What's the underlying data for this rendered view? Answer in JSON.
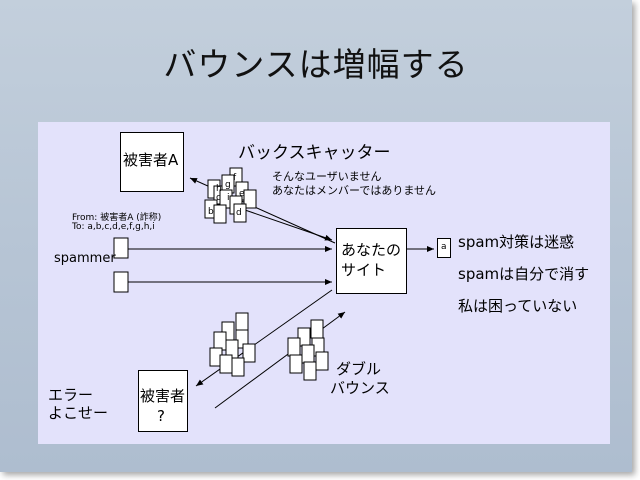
{
  "title": "バウンスは増幅する",
  "victim_a": "被害者A",
  "backscatter": {
    "heading": "バックスキャッター",
    "line1": "そんなユーザいません",
    "line2": "あなたはメンバーではありません"
  },
  "envelope": {
    "from": "From: 被害者A (詐称)",
    "to": "To: a,b,c,d,e,f,g,h,i"
  },
  "spammer": "spammer",
  "site": {
    "line1": "あなたの",
    "line2": "サイト"
  },
  "mailbox": "a",
  "notes": [
    "spam対策は迷惑",
    "spamは自分で消す",
    "私は困っていない"
  ],
  "error": {
    "line1": "エラー",
    "line2": "よこせー"
  },
  "victim_q": {
    "line1": "被害者",
    "line2": "?"
  },
  "double_bounce": {
    "line1": "ダブル",
    "line2": "バウンス"
  },
  "card_letters": [
    "h",
    "f",
    "g",
    "c",
    "e",
    "b",
    "d",
    "i"
  ]
}
